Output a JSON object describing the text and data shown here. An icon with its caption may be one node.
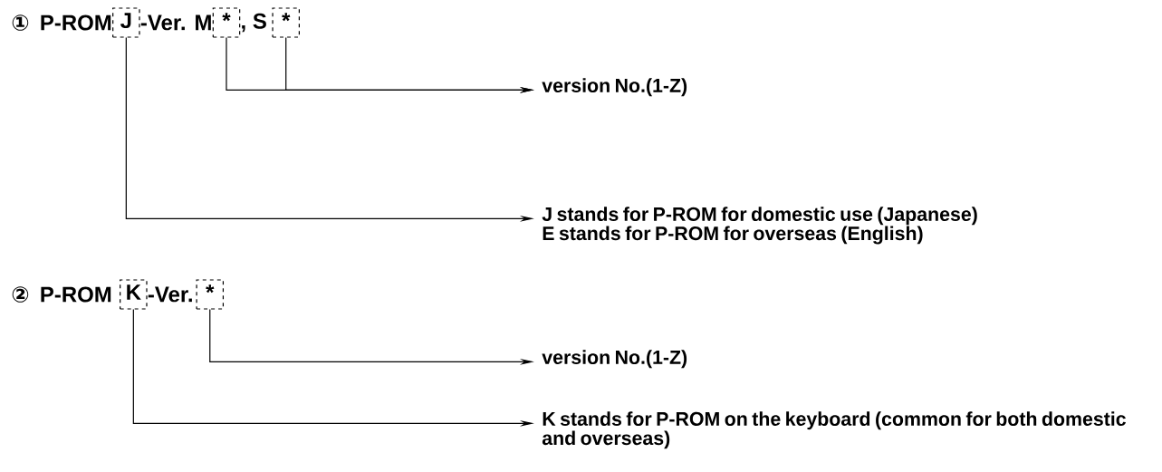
{
  "diagram": {
    "nodes": [
      {
        "text": [
          "J"
        ]
      },
      {
        "text": [
          "*"
        ]
      },
      {
        "text": [
          "*"
        ]
      },
      {
        "text": [
          "version No.(1-Z)"
        ]
      },
      {
        "text": [
          "J stands for P-ROM for domestic use (Japanese)",
          "E stands for P-ROM for overseas (English)"
        ]
      },
      {
        "text": [
          "K"
        ]
      },
      {
        "text": [
          "*"
        ]
      },
      {
        "text": [
          "version No.(1-Z)"
        ]
      },
      {
        "text": [
          "K stands for P-ROM on the keyboard (common for both domestic and overseas)"
        ]
      }
    ],
    "edges": [
      {
        "from": 1,
        "to": 3,
        "arrow": "to"
      },
      {
        "from": 2,
        "to": 3,
        "arrow": "to"
      },
      {
        "from": 0,
        "to": 4,
        "arrow": "to"
      },
      {
        "from": 6,
        "to": 7,
        "arrow": "to"
      },
      {
        "from": 5,
        "to": 8,
        "arrow": "to"
      }
    ],
    "labels": [
      "①",
      "P-ROM",
      "-Ver. M",
      ", S",
      "②",
      "P-ROM",
      "-Ver."
    ]
  }
}
